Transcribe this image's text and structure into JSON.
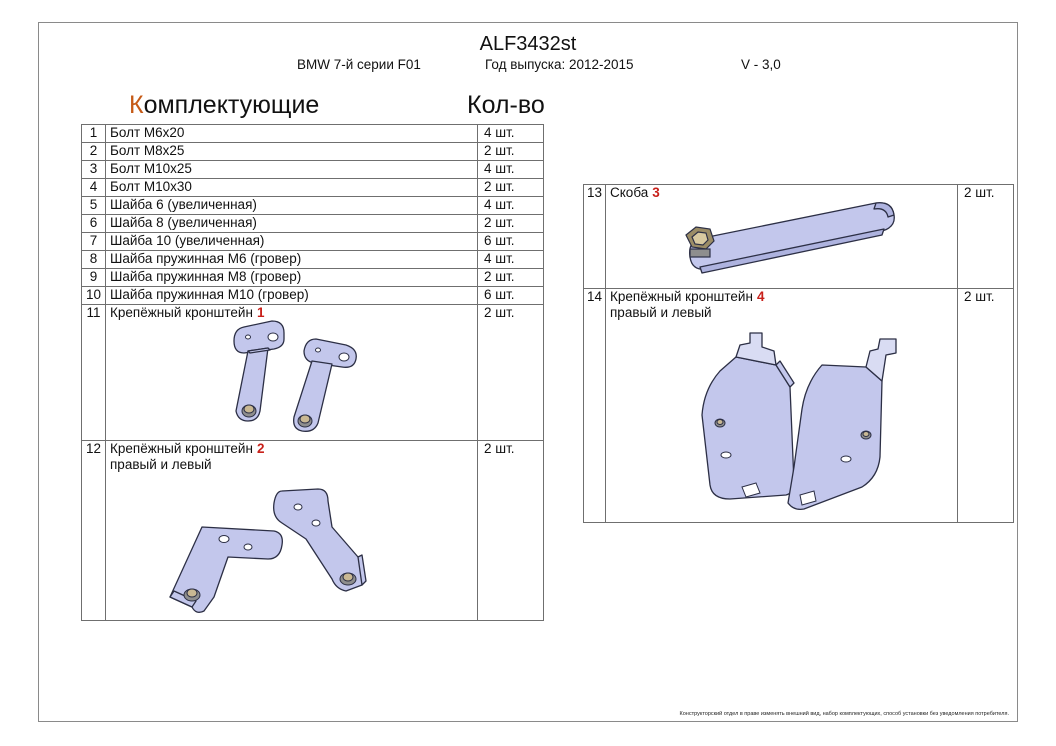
{
  "header": {
    "code": "ALF3432st",
    "model": "BMW 7-й серии F01",
    "years": "Год выпуска: 2012-2015",
    "version": "V - 3,0"
  },
  "section": {
    "title_first": "К",
    "title_rest": "омплектующие",
    "qty_title": "Кол-во"
  },
  "items": [
    {
      "n": "1",
      "name": "Болт М6х20",
      "qty": "4 шт."
    },
    {
      "n": "2",
      "name": "Болт М8х25",
      "qty": "2 шт."
    },
    {
      "n": "3",
      "name": "Болт М10х25",
      "qty": "4 шт."
    },
    {
      "n": "4",
      "name": "Болт М10х30",
      "qty": "2 шт."
    },
    {
      "n": "5",
      "name": "Шайба 6 (увеличенная)",
      "qty": "4 шт."
    },
    {
      "n": "6",
      "name": "Шайба 8 (увеличенная)",
      "qty": "2 шт."
    },
    {
      "n": "7",
      "name": "Шайба 10 (увеличенная)",
      "qty": "6 шт."
    },
    {
      "n": "8",
      "name": "Шайба пружинная М6 (гровер)",
      "qty": "4 шт."
    },
    {
      "n": "9",
      "name": "Шайба пружинная М8 (гровер)",
      "qty": "2 шт."
    },
    {
      "n": "10",
      "name": "Шайба пружинная М10 (гровер)",
      "qty": "6 шт."
    },
    {
      "n": "11",
      "name": "Крепёжный кронштейн",
      "mark": "1",
      "qty": "2 шт."
    },
    {
      "n": "12",
      "name": "Крепёжный кронштейн",
      "mark": "2",
      "line2": "правый и левый",
      "qty": "2 шт."
    },
    {
      "n": "13",
      "name": "Скоба",
      "mark": "3",
      "qty": "2 шт."
    },
    {
      "n": "14",
      "name": "Крепёжный кронштейн",
      "mark": "4",
      "line2": "правый и левый",
      "qty": "2 шт."
    }
  ],
  "colors": {
    "part_fill": "#c3c7ec",
    "part_stroke": "#2c2f45",
    "accent_title": "#c65a16",
    "mark_red": "#c8201a"
  },
  "footer": {
    "disclaimer": "Конструкторский отдел в праве изменять внешний вид, набор комплектующих, способ установки без уведомления потребителя."
  }
}
